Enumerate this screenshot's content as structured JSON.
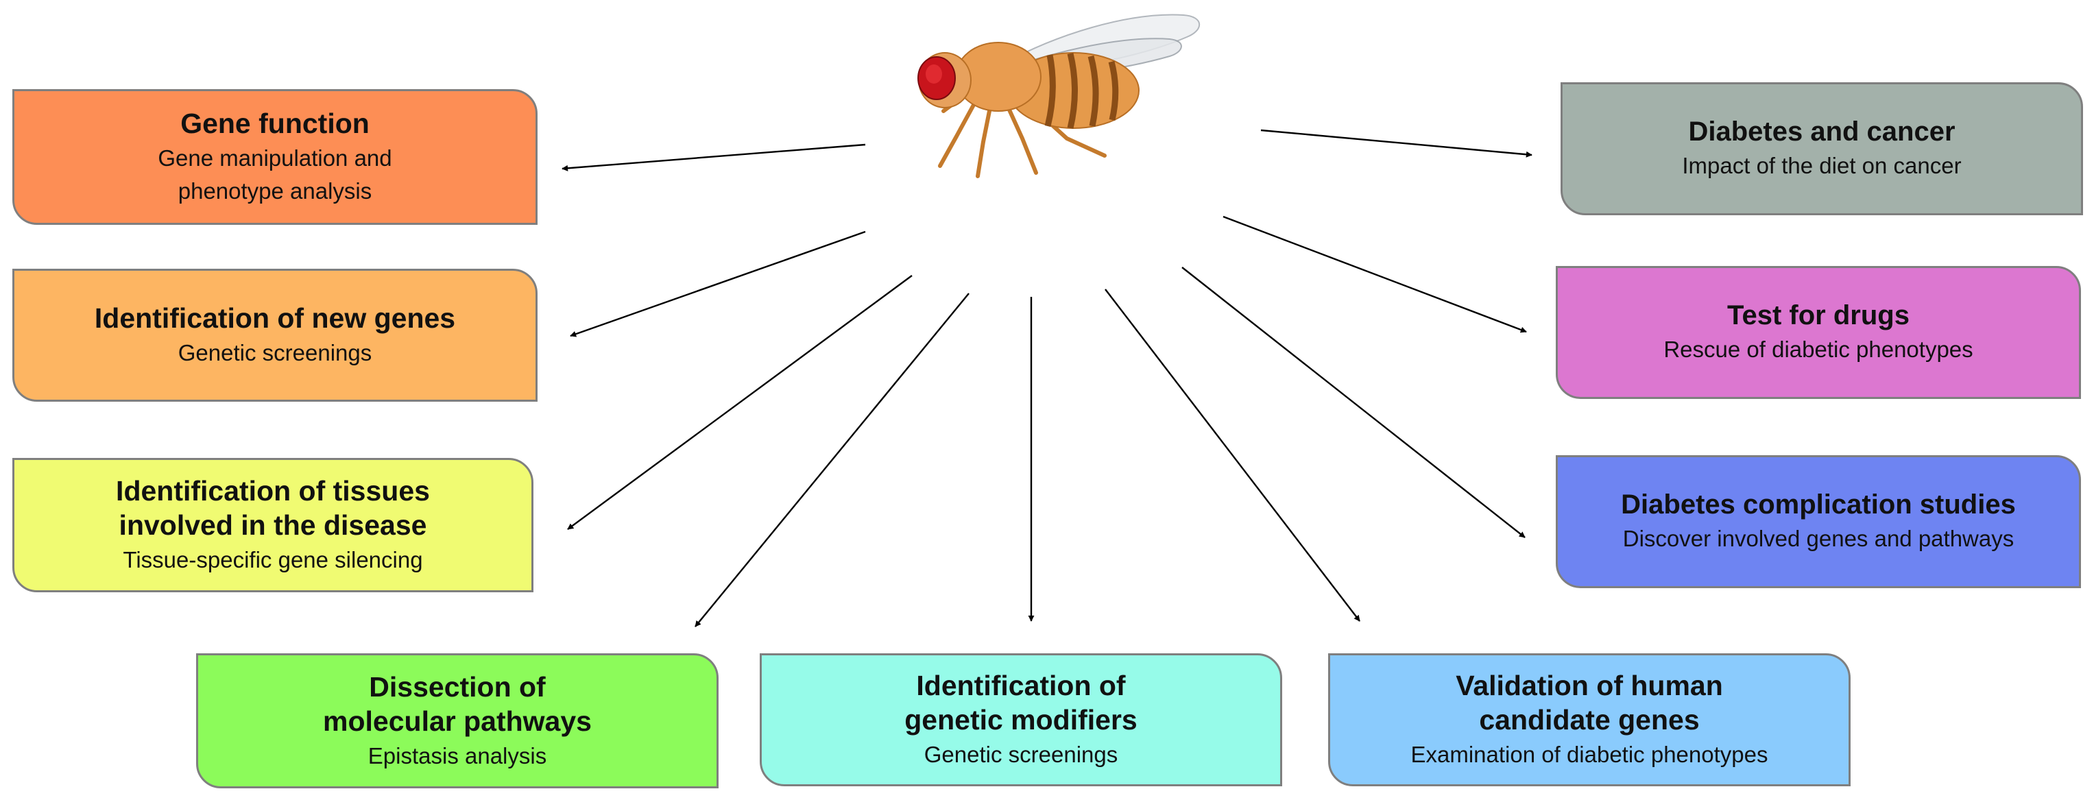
{
  "colors": {
    "gene_function": "#fd8e55",
    "new_genes": "#fdb562",
    "tissues": "#f0fb72",
    "pathways": "#8cfb5a",
    "modifiers": "#96fbe9",
    "human": "#8acbfd",
    "diabetes_cancer": "#a3b1aa",
    "drugs": "#dc77d0",
    "complications": "#6e84f2",
    "border": "#7f7f7f",
    "arrow": "#000000"
  },
  "boxes": {
    "gene_function": {
      "title": "Gene function",
      "subtitle": "Gene manipulation and\nphenotype analysis"
    },
    "new_genes": {
      "title": "Identification of new genes",
      "subtitle": "Genetic screenings"
    },
    "tissues": {
      "title": "Identification of tissues\ninvolved in the disease",
      "subtitle": "Tissue-specific gene silencing"
    },
    "pathways": {
      "title": "Dissection of\nmolecular pathways",
      "subtitle": "Epistasis analysis"
    },
    "modifiers": {
      "title": "Identification of\ngenetic modifiers",
      "subtitle": "Genetic screenings"
    },
    "human": {
      "title": "Validation of human\ncandidate genes",
      "subtitle": "Examination of diabetic phenotypes"
    },
    "diabetes_cancer": {
      "title": "Diabetes and cancer",
      "subtitle": "Impact of the diet on cancer"
    },
    "drugs": {
      "title": "Test for drugs",
      "subtitle": "Rescue of diabetic phenotypes"
    },
    "complications": {
      "title": "Diabetes complication studies",
      "subtitle": "Discover involved genes and pathways"
    }
  },
  "center_icon": "fruit-fly-drosophila-icon"
}
